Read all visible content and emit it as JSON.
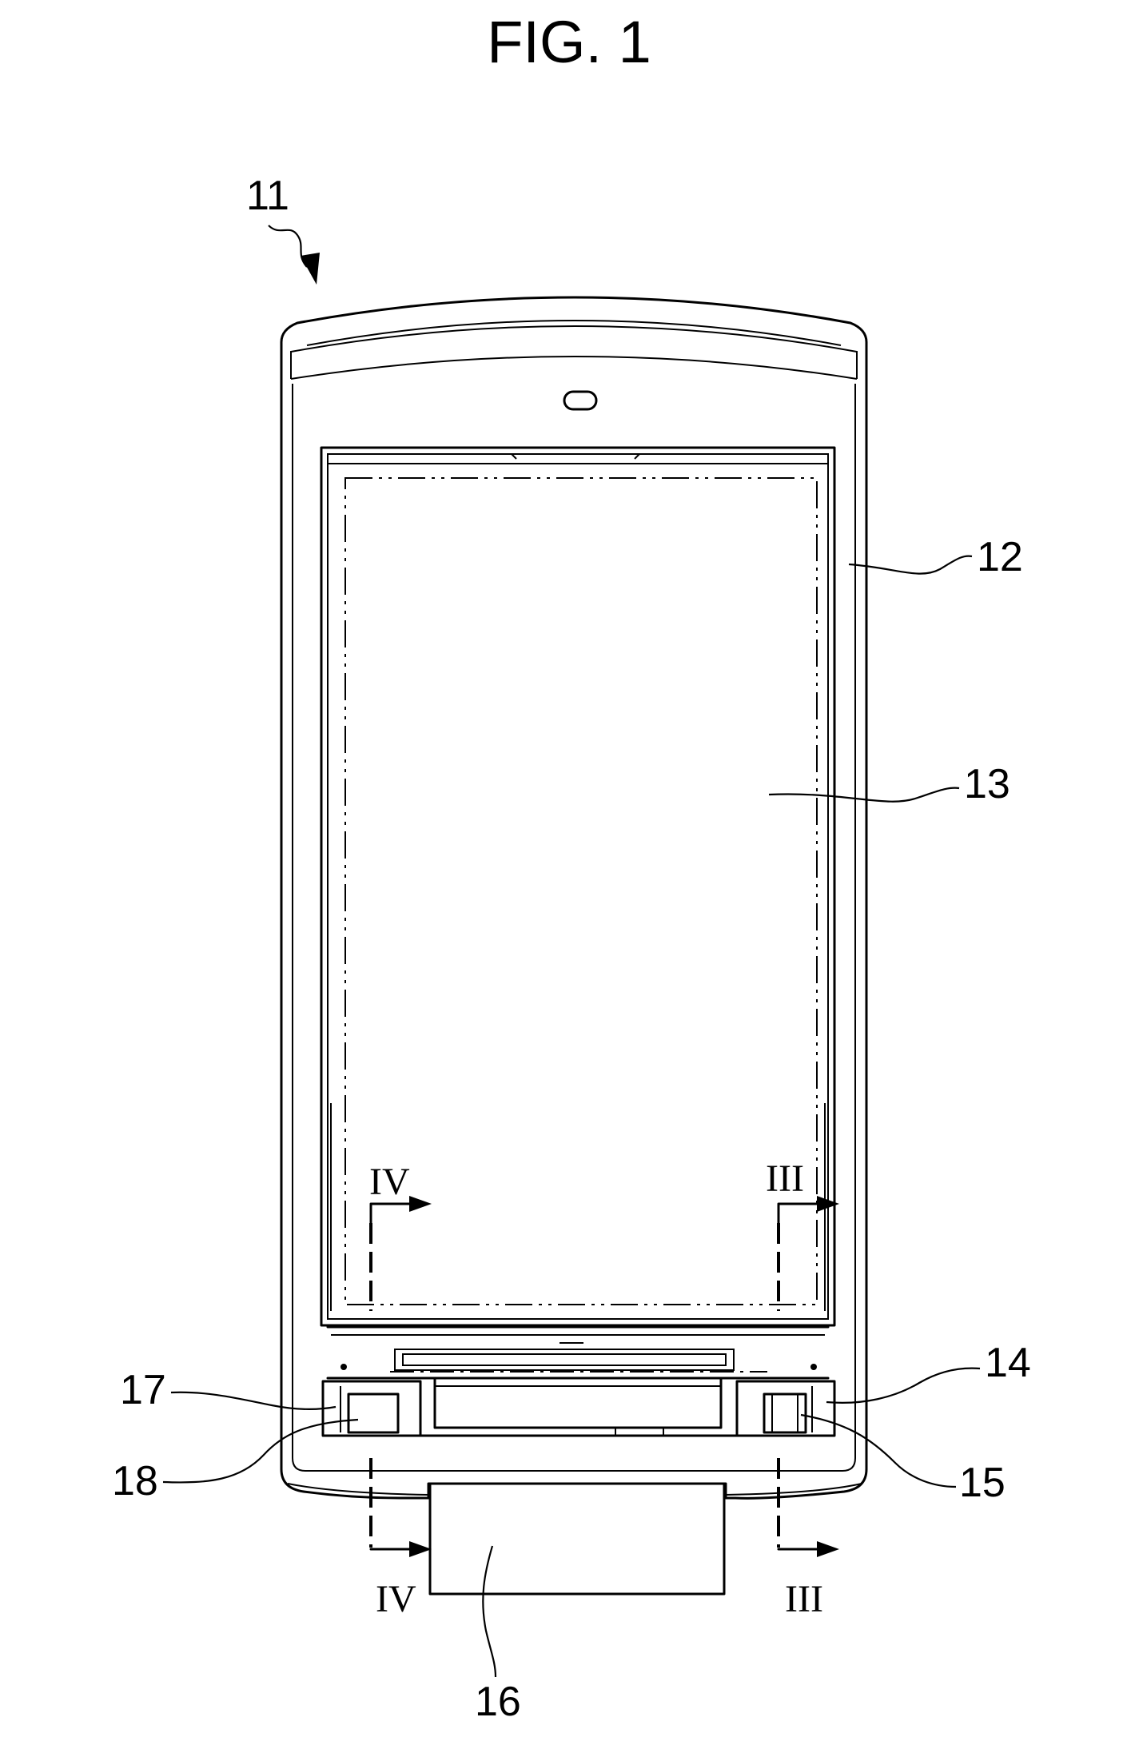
{
  "figure": {
    "title": "FIG. 1"
  },
  "references": {
    "device": "11",
    "frame": "12",
    "display_panel": "13",
    "right_holder": "14",
    "right_fixing_part": "15",
    "flexible_board": "16",
    "left_holder": "17",
    "left_fixing_part": "18"
  },
  "section_marks": {
    "left": "IV",
    "right": "III"
  },
  "colors": {
    "line": "#000000",
    "background": "#ffffff"
  }
}
